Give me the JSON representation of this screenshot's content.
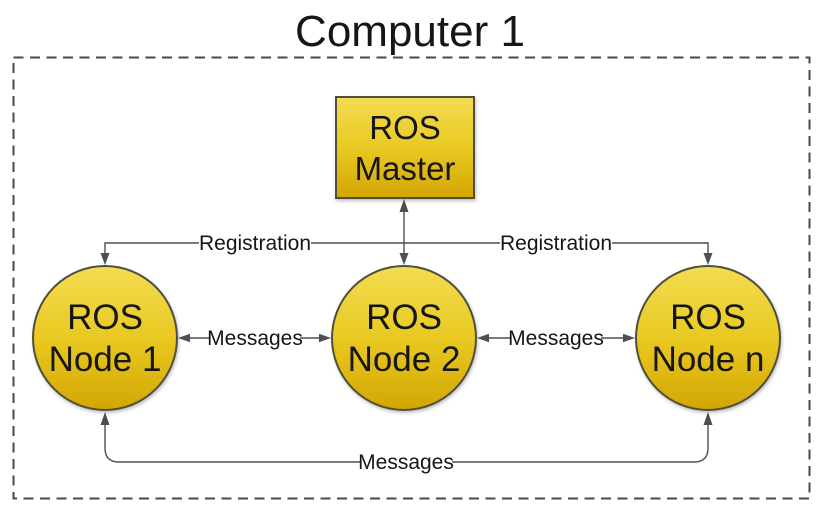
{
  "title": "Computer 1",
  "nodes": {
    "master": {
      "line1": "ROS",
      "line2": "Master",
      "shape": "rectangle"
    },
    "node1": {
      "line1": "ROS",
      "line2": "Node 1",
      "shape": "circle"
    },
    "node2": {
      "line1": "ROS",
      "line2": "Node 2",
      "shape": "circle"
    },
    "node_n": {
      "line1": "ROS",
      "line2": "Node n",
      "shape": "circle"
    }
  },
  "edges": {
    "registration_left": {
      "label": "Registration",
      "from": "ROS Node 1",
      "to": "ROS Master",
      "bidirectional": true
    },
    "registration_right": {
      "label": "Registration",
      "from": "ROS Node n",
      "to": "ROS Master",
      "bidirectional": true
    },
    "master_node2": {
      "label": "",
      "from": "ROS Master",
      "to": "ROS Node 2",
      "bidirectional": true
    },
    "messages_1_2": {
      "label": "Messages",
      "from": "ROS Node 1",
      "to": "ROS Node 2",
      "bidirectional": true
    },
    "messages_2_n": {
      "label": "Messages",
      "from": "ROS Node 2",
      "to": "ROS Node n",
      "bidirectional": true
    },
    "messages_1_n": {
      "label": "Messages",
      "from": "ROS Node 1",
      "to": "ROS Node n",
      "bidirectional": true
    }
  },
  "colors": {
    "node_fill_top": "#F3DC52",
    "node_fill_mid": "#E9C922",
    "node_fill_bottom": "#D3A602",
    "node_stroke": "#4F4F3C",
    "edge_line": "#4E4E4E",
    "boundary_dash": "#4A4A4A",
    "text": "#161616",
    "background": "#FFFFFF"
  }
}
